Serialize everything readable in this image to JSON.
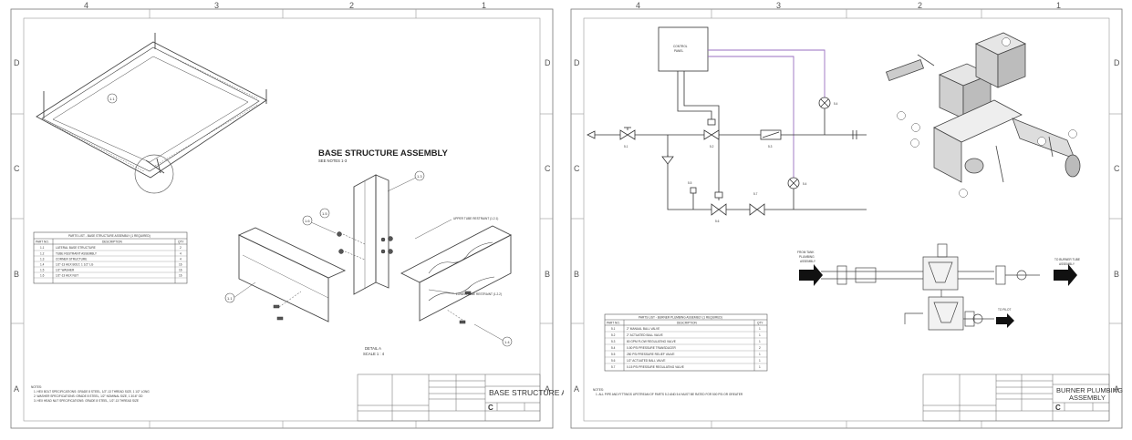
{
  "sheets": [
    {
      "col_labels": [
        "4",
        "3",
        "2",
        "1"
      ],
      "row_labels": [
        "D",
        "C",
        "B",
        "A"
      ],
      "heading": "BASE STRUCTURE ASSEMBLY",
      "heading_note": "SEE NOTES 1-3",
      "title_block_title": "BASE STRUCTURE ASSEMBLY",
      "size_letter": "C",
      "detail_label": "DETAIL A",
      "detail_scale": "SCALE 1 : 4",
      "callouts": {
        "upper_tube_restraint": "UPPER TUBE RESTRAINT (1.2.1)",
        "lower_tube_restraint": "LOWER TUBE RESTRAINT (1.2.2)"
      },
      "parts_list": {
        "title": "PARTS LIST - BASE STRUCTURE ASSEMBLY (1 REQUIRED)",
        "columns": [
          "PART NO.",
          "DESCRIPTION",
          "QTY"
        ],
        "rows": [
          [
            "1.1",
            "LATERAL BASE STRUCTURE",
            "2"
          ],
          [
            "1.2",
            "TUBE RESTRAINT ASSEMBLY",
            "4"
          ],
          [
            "1.3",
            "CORNER STRUCTURE",
            "4"
          ],
          [
            "1.4",
            "1/2\"-13 HEX BOLT, 1 1/2\" LG",
            "16"
          ],
          [
            "1.5",
            "1/2\" WASHER",
            "16"
          ],
          [
            "1.6",
            "1/2\"-13 HEX NUT",
            "16"
          ]
        ]
      },
      "notes_title": "NOTES:",
      "notes": [
        "1.  HEX BOLT SPECIFICATIONS: GRADE 8 STEEL, 1/2\"-13 THREAD SIZE, 1 1/2\" LONG",
        "2.  WASHER SPECIFICATIONS: GRADE 8 STEEL, 1/2\" NOMINAL SIZE, 1 3/16\" OD",
        "3.  HEX HEAD NUT SPECIFICATIONS: GRADE 8 STEEL, 1/2\"-13 THREAD SIZE"
      ]
    },
    {
      "col_labels": [
        "4",
        "3",
        "2",
        "1"
      ],
      "row_labels": [
        "D",
        "C",
        "B",
        "A"
      ],
      "title_block_title_line1": "BURNER PLUMBING",
      "title_block_title_line2": "ASSEMBLY",
      "size_letter": "C",
      "control_panel_line1": "CONTROL",
      "control_panel_line2": "PANEL",
      "flow_labels": {
        "from_tank": [
          "FROM TANK",
          "PLUMBING",
          "ASSEMBLY"
        ],
        "to_burner": [
          "TO BURNER TUBE",
          "ASSEMBLY"
        ],
        "to_pilot": "TO PILOT"
      },
      "callouts": [
        "5.1",
        "5.2",
        "5.3",
        "5.4",
        "5.4",
        "5.5",
        "5.6",
        "5.7"
      ],
      "parts_list": {
        "title": "PARTS LIST - BURNER PLUMBING ASSEMBLY (1 REQUIRED)",
        "columns": [
          "PART NO.",
          "DESCRIPTION",
          "QTY"
        ],
        "rows": [
          [
            "5.1",
            "2\" MANUAL BALL VALVE",
            "1"
          ],
          [
            "5.2",
            "2\" ACTUATED BALL VALVE",
            "1"
          ],
          [
            "5.3",
            "80 GPM FLOW REGULATING VALVE",
            "1"
          ],
          [
            "5.4",
            "0-50 PSI PRESSURE TRANSDUCER",
            "2"
          ],
          [
            "5.5",
            "250 PSI PRESSURE RELIEF VALVE",
            "1"
          ],
          [
            "5.6",
            "1/2\" ACTUATED BALL VALVE",
            "1"
          ],
          [
            "5.7",
            "0-15 PSI PRESSURE REGULATING VALVE",
            "1"
          ]
        ]
      },
      "notes_title": "NOTES:",
      "notes": [
        "1.  ALL PIPE AND FITTINGS UPSTREAM OF PARTS 5.2 AND 5.6 MUST BE RATED FOR 500 PSI OR GREATER"
      ]
    }
  ],
  "colors": {
    "line": "#333333",
    "signal": "#9a6fc0",
    "border": "#666666",
    "arrow": "#111111"
  }
}
